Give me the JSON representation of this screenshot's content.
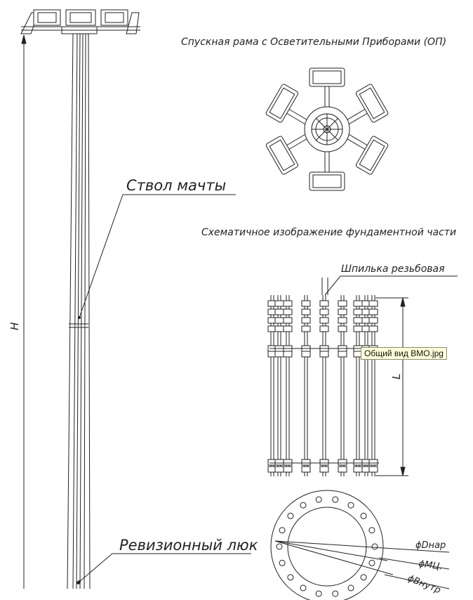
{
  "labels": {
    "frame_title": "Спускная рама с Осветительными Приборами (ОП)",
    "mast_trunk": "Ствол мачты",
    "foundation_title": "Схематичное изображение фундаментной части",
    "threaded_stud": "Шпилька резьбовая",
    "inspection_hatch": "Ревизионный люк",
    "height_dim": "H",
    "length_dim": "L",
    "outer_diameter": "ϕDнар",
    "bolt_circle": "ϕМЦ.",
    "inner_diameter": "ϕВнутр"
  },
  "tooltip": {
    "text": "Общий вид ВМО.jpg"
  }
}
